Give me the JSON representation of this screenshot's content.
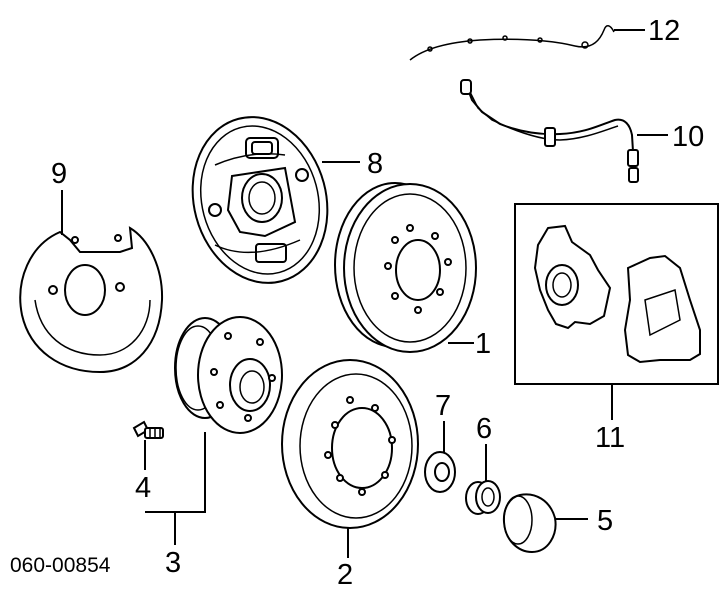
{
  "diagram": {
    "reference_code": "060-00854",
    "callouts": [
      {
        "id": "1",
        "label": "1"
      },
      {
        "id": "2",
        "label": "2"
      },
      {
        "id": "3",
        "label": "3"
      },
      {
        "id": "4",
        "label": "4"
      },
      {
        "id": "5",
        "label": "5"
      },
      {
        "id": "6",
        "label": "6"
      },
      {
        "id": "7",
        "label": "7"
      },
      {
        "id": "8",
        "label": "8"
      },
      {
        "id": "9",
        "label": "9"
      },
      {
        "id": "10",
        "label": "10"
      },
      {
        "id": "11",
        "label": "11"
      },
      {
        "id": "12",
        "label": "12"
      }
    ]
  },
  "colors": {
    "line": "#000000",
    "background": "#ffffff"
  }
}
